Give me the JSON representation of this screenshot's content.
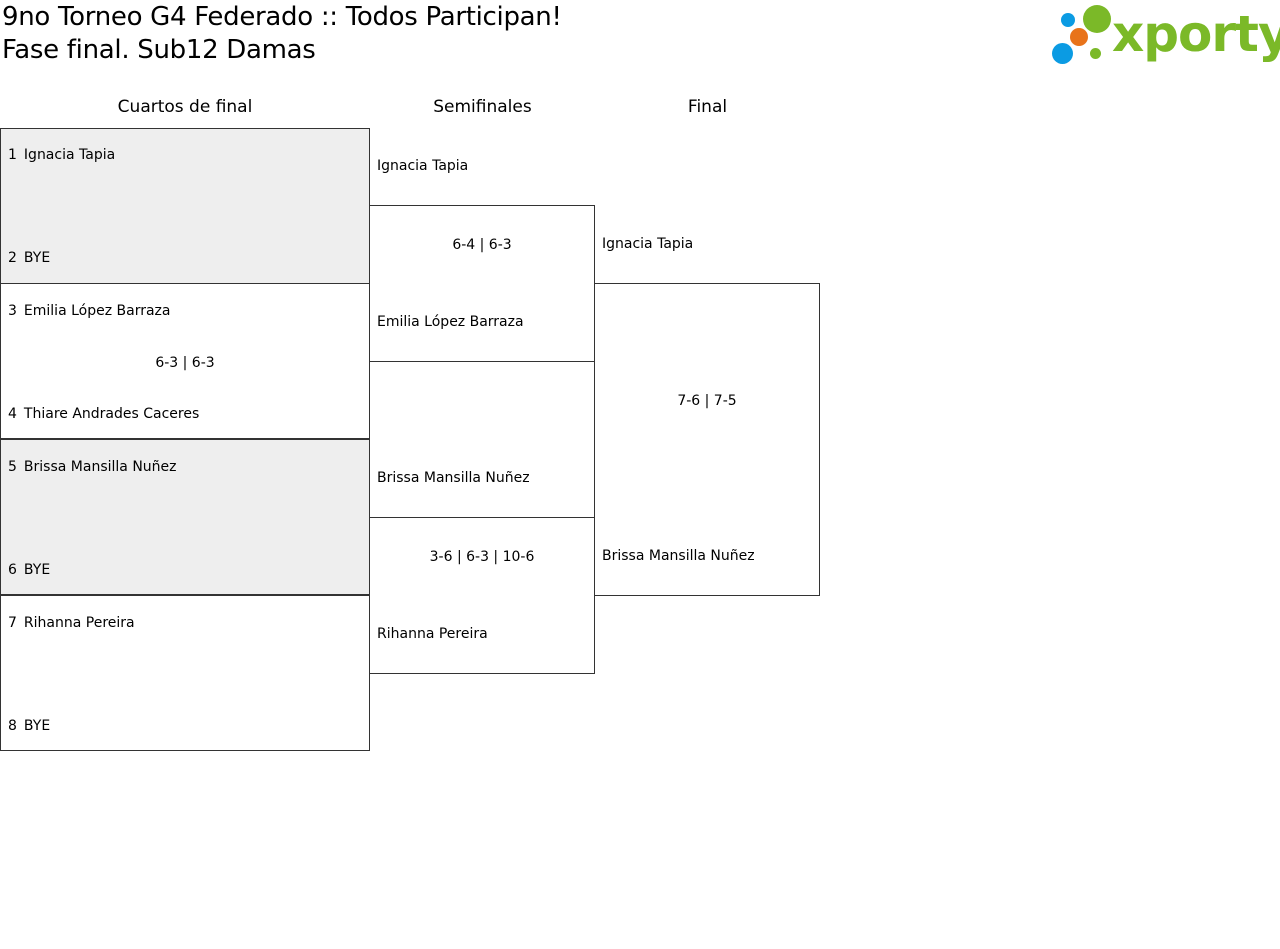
{
  "header": {
    "title_line_1": "9no Torneo G4 Federado :: Todos Participan!",
    "title_line_2": "Fase final. Sub12 Damas"
  },
  "logo": {
    "text": "xporty",
    "colors": {
      "green": "#7bb928",
      "blue": "#0b9be3",
      "orange": "#e8731a"
    }
  },
  "rounds": {
    "quarterfinals": "Cuartos de final",
    "semifinals": "Semifinales",
    "final": "Final"
  },
  "quarterfinals": [
    {
      "top": {
        "seed": "1",
        "name": "Ignacia Tapia"
      },
      "bottom": {
        "seed": "2",
        "name": "BYE"
      },
      "score": ""
    },
    {
      "top": {
        "seed": "3",
        "name": "Emilia López Barraza"
      },
      "bottom": {
        "seed": "4",
        "name": "Thiare Andrades Caceres"
      },
      "score": "6-3 | 6-3"
    },
    {
      "top": {
        "seed": "5",
        "name": "Brissa Mansilla Nuñez"
      },
      "bottom": {
        "seed": "6",
        "name": "BYE"
      },
      "score": ""
    },
    {
      "top": {
        "seed": "7",
        "name": "Rihanna Pereira"
      },
      "bottom": {
        "seed": "8",
        "name": "BYE"
      },
      "score": ""
    }
  ],
  "semifinals": [
    {
      "top": "Ignacia Tapia",
      "bottom": "Emilia López Barraza",
      "score": "6-4 | 6-3"
    },
    {
      "top": "Brissa Mansilla Nuñez",
      "bottom": "Rihanna Pereira",
      "score": "3-6 | 6-3 | 10-6"
    }
  ],
  "final": {
    "top": "Ignacia Tapia",
    "bottom": "Brissa Mansilla Nuñez",
    "score": "7-6 | 7-5"
  },
  "colors": {
    "bye_match_bg": "#eeeeee",
    "border": "#333333",
    "text": "#000000"
  }
}
